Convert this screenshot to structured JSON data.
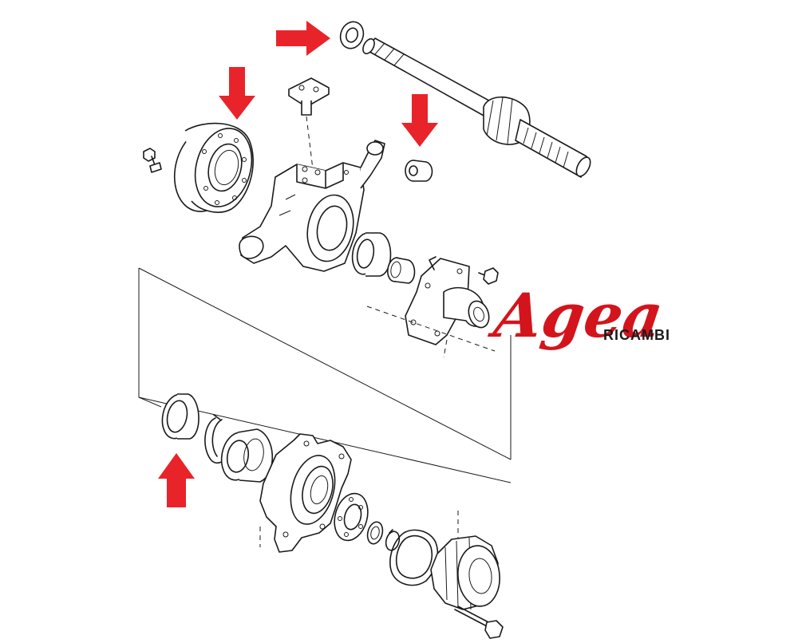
{
  "brand": {
    "name": "Agea",
    "subtitle": "RICAMBI",
    "color": "#d4141c",
    "text_color": "#1a1a1a"
  },
  "arrow_color": "#e8242a",
  "highlight_arrows": [
    {
      "target": "seal-ring-on-axle-shaft",
      "direction": "right"
    },
    {
      "target": "axle-housing-flange",
      "direction": "down"
    },
    {
      "target": "small-bearing",
      "direction": "down"
    },
    {
      "target": "hub-oil-seal",
      "direction": "up"
    }
  ],
  "icons": [
    "arrow-right-icon",
    "arrow-down-icon",
    "arrow-up-icon"
  ]
}
